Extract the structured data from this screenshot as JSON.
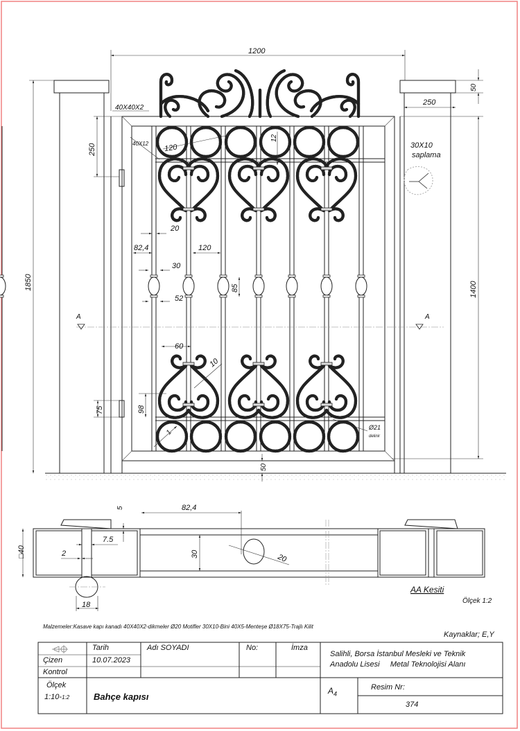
{
  "drawing": {
    "dims": {
      "width_total": "1200",
      "height_total": "1850",
      "height_gate": "1400",
      "cap_height": "50",
      "pillar_width": "250",
      "hinge_offset": "250",
      "frame_profile": "40X40X2",
      "inner_profile": "40X12",
      "circle_dia": "120",
      "gap_12": "12",
      "bar_20": "20",
      "offset_82": "82,4",
      "spacing_120": "120",
      "bulb_30": "30",
      "bulb_85": "85",
      "bulb_52": "52",
      "motif_60": "60",
      "motif_10": "10",
      "height_98": "98",
      "hinge_75": "75",
      "ring_1": "1",
      "hole_label": "Ø21",
      "hole_note": "delinir",
      "ground_50": "50",
      "section_mark": "A",
      "pin_label": "30X10",
      "pin_note": "saplama"
    },
    "section": {
      "d5": "5",
      "d82": "82,4",
      "d75": "7.5",
      "d2": "2",
      "d40": "□40",
      "d30": "30",
      "d20": "20",
      "d18": "18",
      "title": "AA Kesiti",
      "scale": "Ölçek 1:2"
    }
  },
  "materials": "Malzemeler:Kasave kapı kanadı 40X40X2-dikmeler Ø20  Motifler 30X10-Bini 40X5-Menteşe Ø18X75-Trajlı Kilit",
  "sources": "Kaynaklar; E,Y",
  "title_block": {
    "tarih_label": "Tarih",
    "name_label": "Adı SOYADI",
    "no_label": "No:",
    "imza_label": "İmza",
    "cizen_label": "Çizen",
    "date": "10.07.2023",
    "kontrol_label": "Kontrol",
    "school_line1": "Salihli, Borsa İstanbul Mesleki ve Teknik",
    "school_line2": "Anadolu Lisesi     Metal Teknolojisi Alanı",
    "scale_label": "Ölçek",
    "scale_value": "1:10-",
    "scale_value_small": "1:2",
    "title": "Bahçe kapısı",
    "paper": "A",
    "paper_sub": "4",
    "resim_label": "Resim Nr:",
    "resim_no": "374"
  }
}
